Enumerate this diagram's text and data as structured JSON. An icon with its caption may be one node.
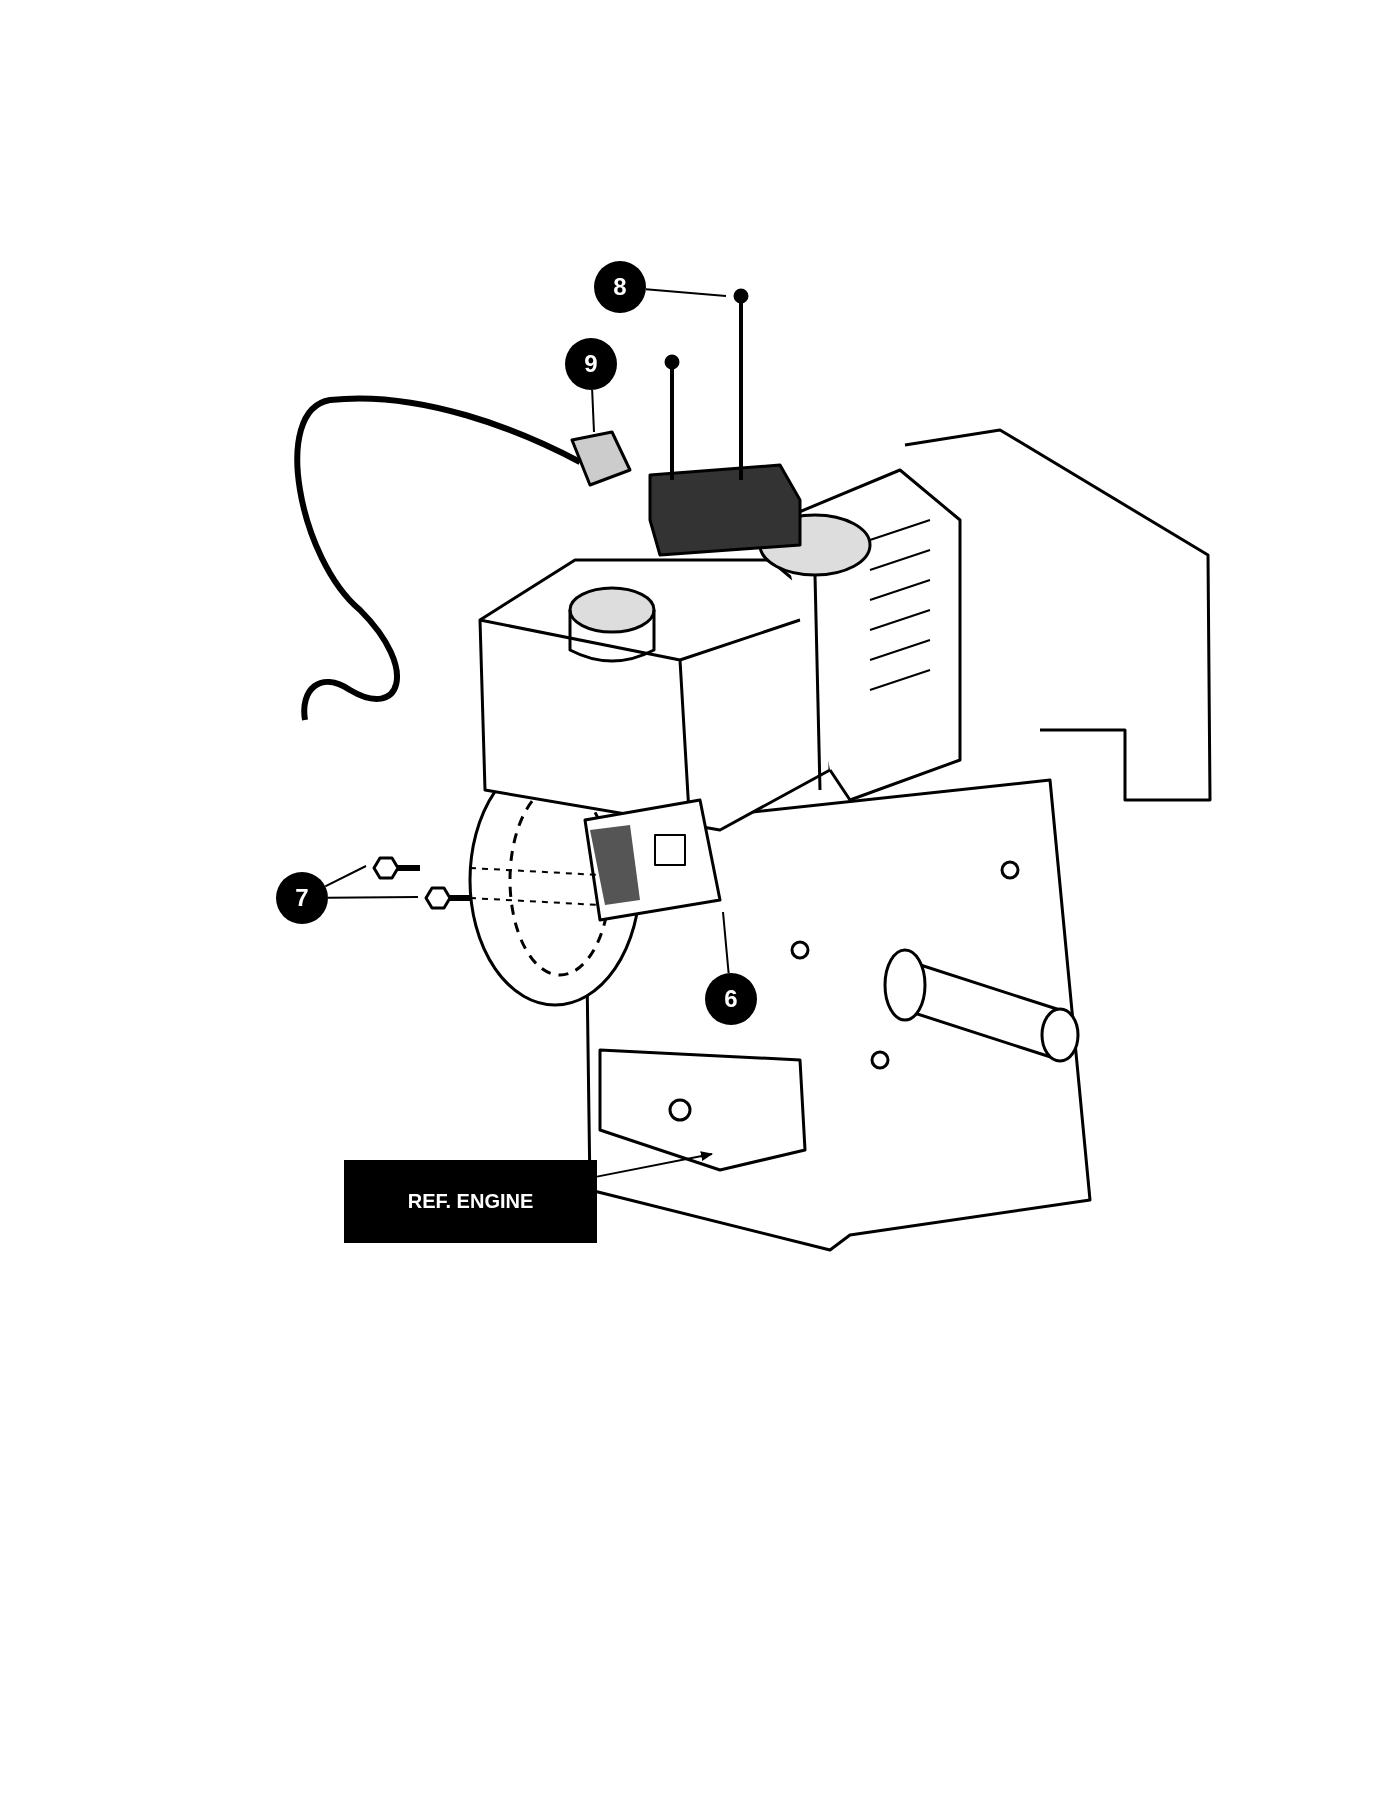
{
  "diagram": {
    "nodes": [
      {
        "text": [
          "8"
        ]
      },
      {
        "text": [
          "9"
        ]
      },
      {
        "text": [
          "7"
        ]
      },
      {
        "text": [
          "6"
        ]
      },
      {
        "text": [
          "REF. ENGINE"
        ]
      }
    ],
    "edges": [
      {
        "from": 0,
        "to": null,
        "arrow": "none"
      },
      {
        "from": 1,
        "to": null,
        "arrow": "none"
      },
      {
        "from": 2,
        "to": null,
        "arrow": "none"
      },
      {
        "from": 2,
        "to": null,
        "arrow": "none"
      },
      {
        "from": 3,
        "to": null,
        "arrow": "none"
      },
      {
        "from": 4,
        "to": null,
        "arrow": "to"
      }
    ]
  }
}
